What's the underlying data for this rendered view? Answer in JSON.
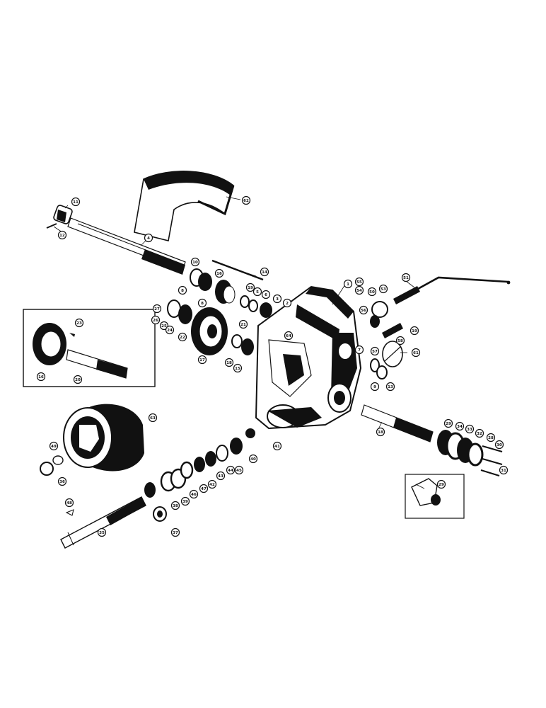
{
  "callouts": [
    {
      "id": "c11",
      "label": "11"
    },
    {
      "id": "c12",
      "label": "12"
    },
    {
      "id": "c4",
      "label": "4"
    },
    {
      "id": "c62",
      "label": "62"
    },
    {
      "id": "c10",
      "label": "10"
    },
    {
      "id": "c16",
      "label": "16"
    },
    {
      "id": "c8a",
      "label": "8"
    },
    {
      "id": "c8b",
      "label": "8"
    },
    {
      "id": "c14",
      "label": "14"
    },
    {
      "id": "c19a",
      "label": "19"
    },
    {
      "id": "c5",
      "label": "5"
    },
    {
      "id": "c6",
      "label": "6"
    },
    {
      "id": "c3",
      "label": "3"
    },
    {
      "id": "c2",
      "label": "2"
    },
    {
      "id": "c1",
      "label": "1"
    },
    {
      "id": "c27",
      "label": "27"
    },
    {
      "id": "c26",
      "label": "26"
    },
    {
      "id": "c25",
      "label": "25"
    },
    {
      "id": "c24",
      "label": "24"
    },
    {
      "id": "c22",
      "label": "22"
    },
    {
      "id": "c21",
      "label": "21"
    },
    {
      "id": "c17",
      "label": "17"
    },
    {
      "id": "c18",
      "label": "18"
    },
    {
      "id": "c15",
      "label": "15"
    },
    {
      "id": "c23",
      "label": "23"
    },
    {
      "id": "c16b",
      "label": "16"
    },
    {
      "id": "c20",
      "label": "20"
    },
    {
      "id": "c63",
      "label": "63"
    },
    {
      "id": "c49",
      "label": "49"
    },
    {
      "id": "c36",
      "label": "36"
    },
    {
      "id": "c64",
      "label": "64"
    },
    {
      "id": "c55",
      "label": "55"
    },
    {
      "id": "c54",
      "label": "54"
    },
    {
      "id": "c50",
      "label": "50"
    },
    {
      "id": "c53",
      "label": "53"
    },
    {
      "id": "c56",
      "label": "56"
    },
    {
      "id": "c51",
      "label": "51"
    },
    {
      "id": "c19b",
      "label": "19"
    },
    {
      "id": "c58",
      "label": "58"
    },
    {
      "id": "c57",
      "label": "57"
    },
    {
      "id": "c61",
      "label": "61"
    },
    {
      "id": "c7",
      "label": "7"
    },
    {
      "id": "c9",
      "label": "9"
    },
    {
      "id": "c13",
      "label": "13"
    },
    {
      "id": "c41",
      "label": "41"
    },
    {
      "id": "c40",
      "label": "40"
    },
    {
      "id": "c45",
      "label": "45"
    },
    {
      "id": "c44",
      "label": "44"
    },
    {
      "id": "c43",
      "label": "43"
    },
    {
      "id": "c42",
      "label": "42"
    },
    {
      "id": "c47",
      "label": "47"
    },
    {
      "id": "c46",
      "label": "46"
    },
    {
      "id": "c39",
      "label": "39"
    },
    {
      "id": "c38",
      "label": "38"
    },
    {
      "id": "c37",
      "label": "37"
    },
    {
      "id": "c48",
      "label": "48"
    },
    {
      "id": "c35",
      "label": "35"
    },
    {
      "id": "c18b",
      "label": "18"
    },
    {
      "id": "c29a",
      "label": "29"
    },
    {
      "id": "c34",
      "label": "34"
    },
    {
      "id": "c33",
      "label": "33"
    },
    {
      "id": "c32",
      "label": "32"
    },
    {
      "id": "c28",
      "label": "28"
    },
    {
      "id": "c30",
      "label": "30"
    },
    {
      "id": "c31",
      "label": "31"
    },
    {
      "id": "c29b",
      "label": "29"
    }
  ]
}
